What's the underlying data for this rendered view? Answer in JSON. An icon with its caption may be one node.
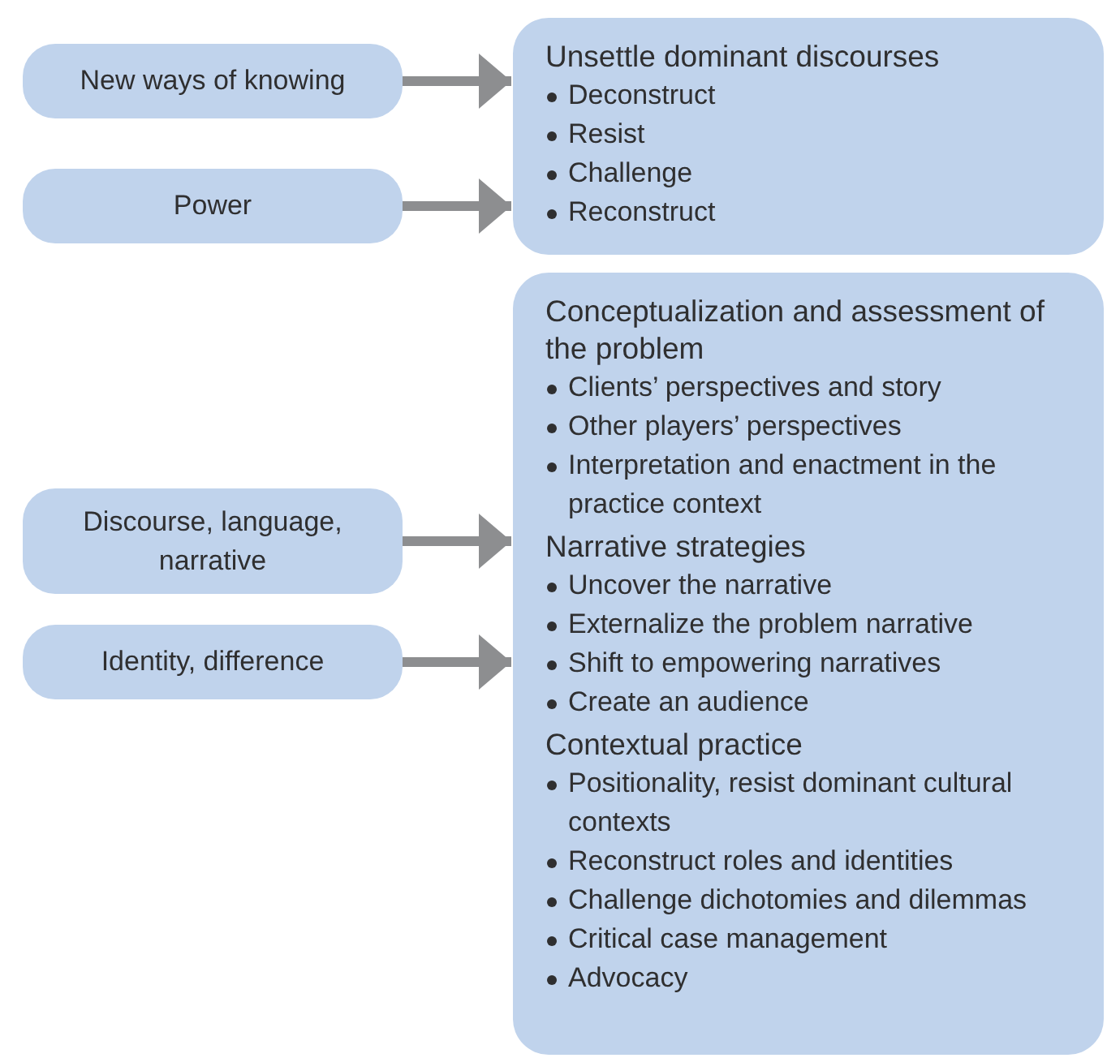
{
  "diagram": {
    "nodes": [
      {
        "text": [
          "New ways of knowing"
        ]
      },
      {
        "text": [
          "Power"
        ]
      },
      {
        "text": [
          "Unsettle dominant discourses",
          "Deconstruct",
          "Resist",
          "Challenge",
          "Reconstruct"
        ]
      },
      {
        "text": [
          "Discourse, language, narrative"
        ]
      },
      {
        "text": [
          "Identity, difference"
        ]
      },
      {
        "text": [
          "Conceptualization and assessment of the problem",
          "Clients’ perspectives and story",
          "Other players’ perspectives",
          "Interpretation and enactment in the practice context",
          "Narrative strategies",
          "Uncover the narrative",
          "Externalize the problem narrative",
          "Shift to empowering narratives",
          "Create an audience",
          "Contextual practice",
          "Positionality, resist dominant cultural contexts",
          "Reconstruct roles and identities",
          "Challenge dichotomies and dilemmas",
          "Critical case management",
          "Advocacy"
        ]
      }
    ],
    "edges": [
      {
        "from": 0,
        "to": 2,
        "arrow": "to"
      },
      {
        "from": 1,
        "to": 2,
        "arrow": "to"
      },
      {
        "from": 3,
        "to": 5,
        "arrow": "to"
      },
      {
        "from": 4,
        "to": 5,
        "arrow": "to"
      }
    ]
  }
}
